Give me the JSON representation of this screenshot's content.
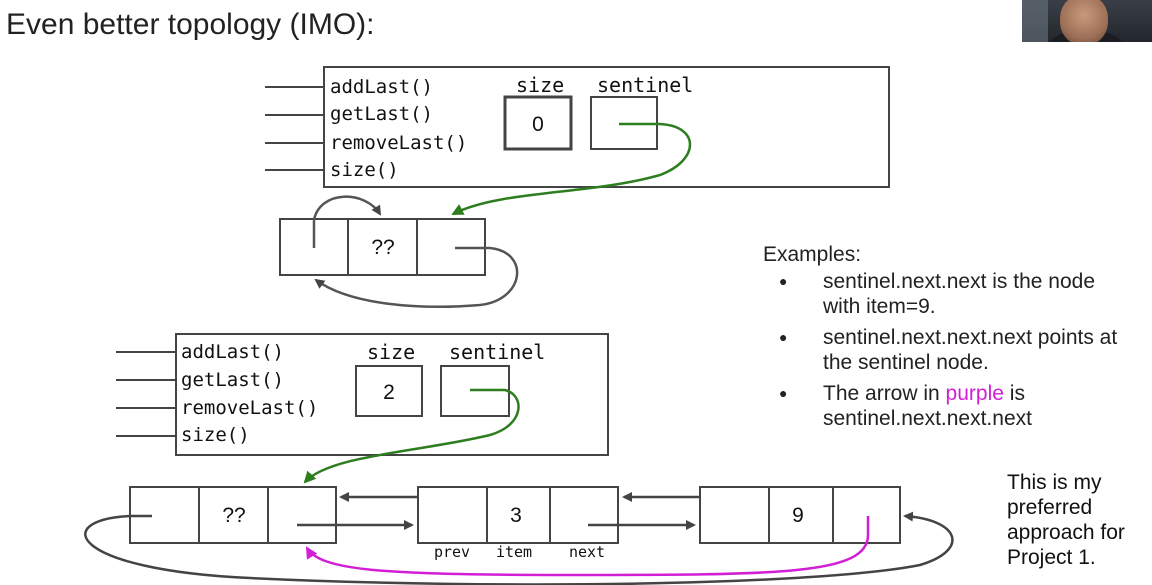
{
  "title": "Even better topology (IMO):",
  "webcam": {
    "icon": "presenter-webcam"
  },
  "top_list": {
    "methods": [
      "addLast()",
      "getLast()",
      "removeLast()",
      "size()"
    ],
    "size_label": "size",
    "sentinel_label": "sentinel",
    "size_value": "0"
  },
  "top_sentinel_node": {
    "item": "??"
  },
  "bottom_list": {
    "methods": [
      "addLast()",
      "getLast()",
      "removeLast()",
      "size()"
    ],
    "size_label": "size",
    "sentinel_label": "sentinel",
    "size_value": "2"
  },
  "bottom_nodes": [
    {
      "item": "??"
    },
    {
      "item": "3"
    },
    {
      "item": "9"
    }
  ],
  "field_labels": {
    "prev": "prev",
    "item": "item",
    "next": "next"
  },
  "examples": {
    "heading": "Examples:",
    "bullets": [
      {
        "text": "sentinel.next.next is the node with item=9."
      },
      {
        "text": "sentinel.next.next.next points at the sentinel node."
      },
      {
        "pre": "The arrow in ",
        "highlight": "purple",
        "post": " is sentinel.next.next.next"
      }
    ]
  },
  "note": "This is my preferred approach for Project 1.",
  "colors": {
    "green_arrow": "#2e7d1e",
    "purple_arrow": "#d21fd6",
    "dark_arrow": "#444444"
  }
}
